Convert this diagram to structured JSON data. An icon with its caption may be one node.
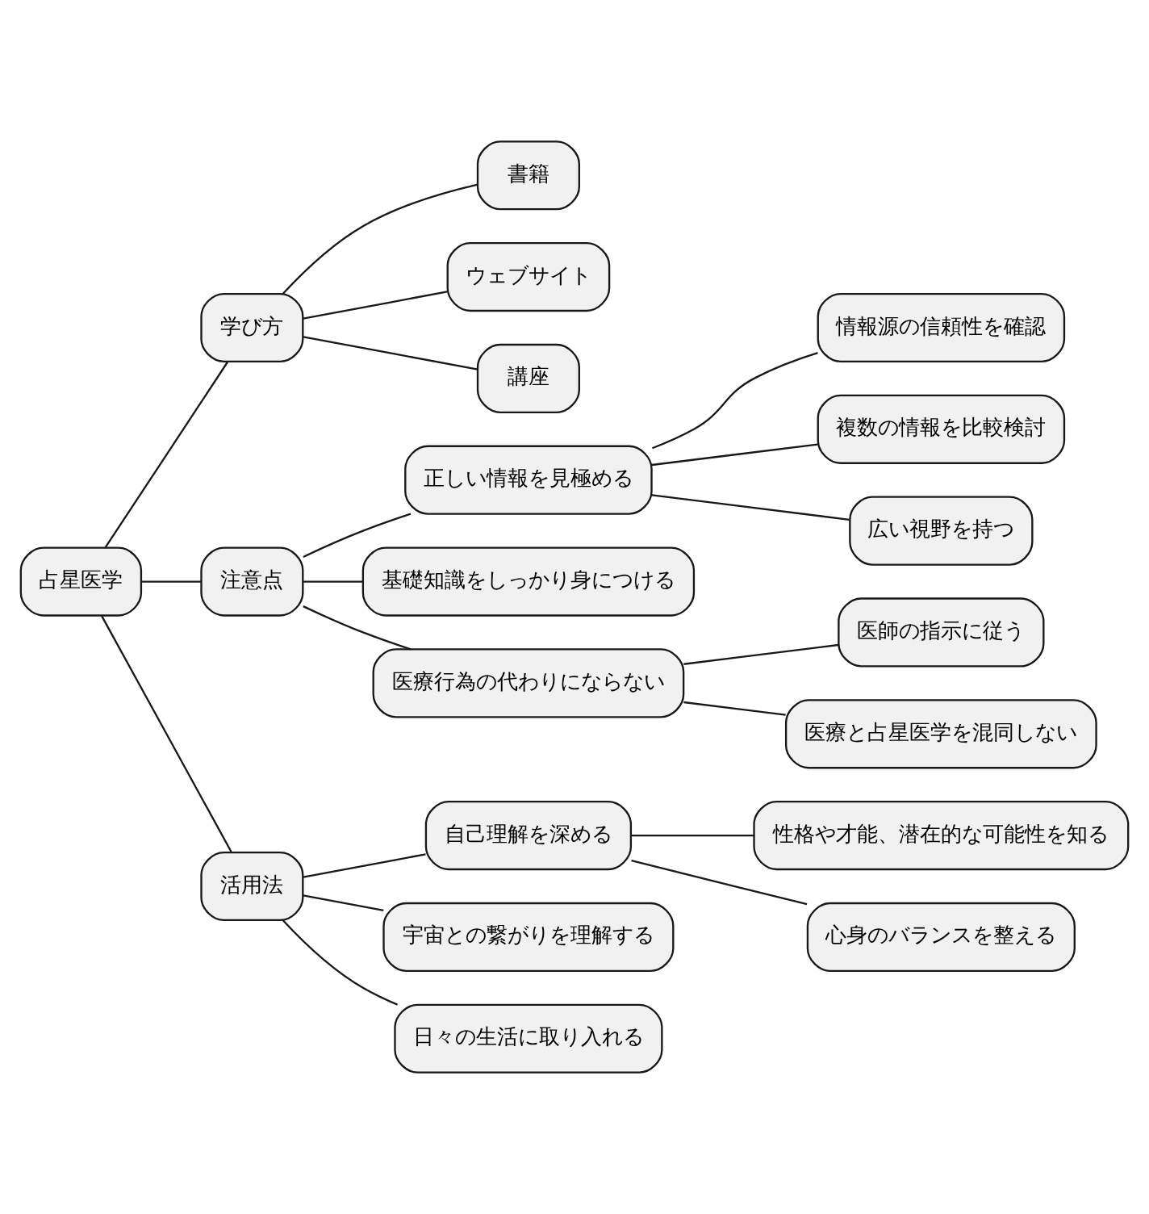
{
  "diagram": {
    "nodes": [
      {
        "text": [
          "占星医学"
        ]
      },
      {
        "text": [
          "学び方"
        ]
      },
      {
        "text": [
          "書籍"
        ]
      },
      {
        "text": [
          "ウェブサイト"
        ]
      },
      {
        "text": [
          "講座"
        ]
      },
      {
        "text": [
          "注意点"
        ]
      },
      {
        "text": [
          "正しい情報を見極める"
        ]
      },
      {
        "text": [
          "情報源の信頼性を確認"
        ]
      },
      {
        "text": [
          "複数の情報を比較検討"
        ]
      },
      {
        "text": [
          "広い視野を持つ"
        ]
      },
      {
        "text": [
          "基礎知識をしっかり身につける"
        ]
      },
      {
        "text": [
          "医療行為の代わりにならない"
        ]
      },
      {
        "text": [
          "医師の指示に従う"
        ]
      },
      {
        "text": [
          "医療と占星医学を混同しない"
        ]
      },
      {
        "text": [
          "活用法"
        ]
      },
      {
        "text": [
          "自己理解を深める"
        ]
      },
      {
        "text": [
          "性格や才能、潜在的な可能性を知る"
        ]
      },
      {
        "text": [
          "心身のバランスを整える"
        ]
      },
      {
        "text": [
          "宇宙との繋がりを理解する"
        ]
      },
      {
        "text": [
          "日々の生活に取り入れる"
        ]
      }
    ],
    "edges": [
      {
        "from": 0,
        "to": 1,
        "arrow": "none"
      },
      {
        "from": 1,
        "to": 2,
        "arrow": "none"
      },
      {
        "from": 1,
        "to": 3,
        "arrow": "none"
      },
      {
        "from": 1,
        "to": 4,
        "arrow": "none"
      },
      {
        "from": 0,
        "to": 5,
        "arrow": "none"
      },
      {
        "from": 5,
        "to": 6,
        "arrow": "none"
      },
      {
        "from": 6,
        "to": 7,
        "arrow": "none"
      },
      {
        "from": 6,
        "to": 8,
        "arrow": "none"
      },
      {
        "from": 6,
        "to": 9,
        "arrow": "none"
      },
      {
        "from": 5,
        "to": 10,
        "arrow": "none"
      },
      {
        "from": 5,
        "to": 11,
        "arrow": "none"
      },
      {
        "from": 11,
        "to": 12,
        "arrow": "none"
      },
      {
        "from": 11,
        "to": 13,
        "arrow": "none"
      },
      {
        "from": 0,
        "to": 14,
        "arrow": "none"
      },
      {
        "from": 14,
        "to": 15,
        "arrow": "none"
      },
      {
        "from": 15,
        "to": 16,
        "arrow": "none"
      },
      {
        "from": 15,
        "to": 17,
        "arrow": "none"
      },
      {
        "from": 14,
        "to": 18,
        "arrow": "none"
      },
      {
        "from": 14,
        "to": 19,
        "arrow": "none"
      }
    ]
  }
}
